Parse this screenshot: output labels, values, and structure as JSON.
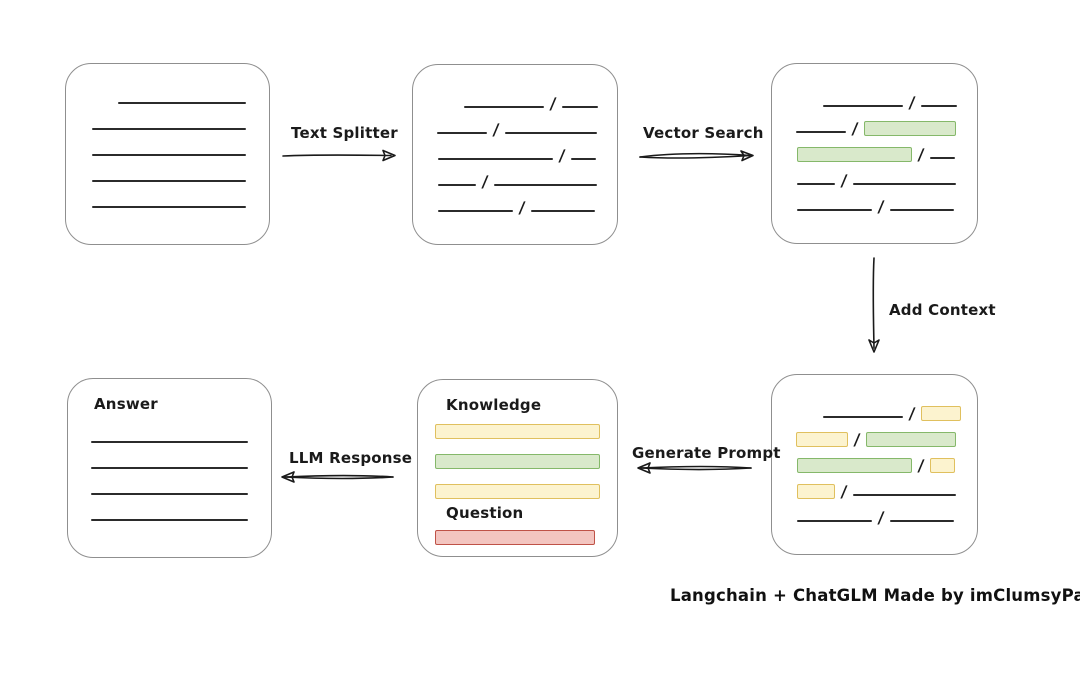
{
  "caption": "Langchain + ChatGLM Made by imClumsyPanda",
  "colors": {
    "line_color": "#2b2b2b",
    "box_border": "#8f8f8f",
    "green_fill": "#d9e9cb",
    "green_border": "#85b86a",
    "yellow_fill": "#fcf3cf",
    "yellow_border": "#e0c05e",
    "red_fill": "#f3c5c0",
    "red_border": "#bf5247"
  },
  "arrows": {
    "text_splitter": {
      "label": "Text Splitter",
      "direction": "right"
    },
    "vector_search": {
      "label": "Vector Search",
      "direction": "right"
    },
    "add_context": {
      "label": "Add Context",
      "direction": "down"
    },
    "generate_prompt": {
      "label": "Generate Prompt",
      "direction": "left"
    },
    "llm_response": {
      "label": "LLM Response",
      "direction": "left"
    }
  },
  "boxes": {
    "document": {
      "role": "source document",
      "lines": [
        {
          "ml": 52,
          "w": 128
        },
        {
          "ml": 26,
          "w": 154
        },
        {
          "ml": 26,
          "w": 154
        },
        {
          "ml": 26,
          "w": 154
        },
        {
          "ml": 26,
          "w": 154
        }
      ]
    },
    "chunks": {
      "role": "text split into chunks",
      "rows": [
        {
          "ml": 51,
          "segs": [
            {
              "t": "line",
              "w": 80
            },
            {
              "t": "line",
              "w": 36
            }
          ]
        },
        {
          "ml": 24,
          "segs": [
            {
              "t": "line",
              "w": 50
            },
            {
              "t": "line",
              "w": 92
            }
          ]
        },
        {
          "ml": 25,
          "segs": [
            {
              "t": "line",
              "w": 115
            },
            {
              "t": "line",
              "w": 25
            }
          ]
        },
        {
          "ml": 25,
          "segs": [
            {
              "t": "line",
              "w": 38
            },
            {
              "t": "line",
              "w": 103
            }
          ]
        },
        {
          "ml": 25,
          "segs": [
            {
              "t": "line",
              "w": 75
            },
            {
              "t": "line",
              "w": 64
            }
          ]
        }
      ]
    },
    "matched_chunks": {
      "role": "chunks matched by vector search (green)",
      "rows": [
        {
          "ml": 51,
          "segs": [
            {
              "t": "line",
              "w": 80
            },
            {
              "t": "line",
              "w": 36
            }
          ]
        },
        {
          "ml": 24,
          "segs": [
            {
              "t": "line",
              "w": 50
            },
            {
              "t": "green",
              "w": 92
            }
          ]
        },
        {
          "ml": 25,
          "segs": [
            {
              "t": "green",
              "w": 115
            },
            {
              "t": "line",
              "w": 25
            }
          ]
        },
        {
          "ml": 25,
          "segs": [
            {
              "t": "line",
              "w": 38
            },
            {
              "t": "line",
              "w": 103
            }
          ]
        },
        {
          "ml": 25,
          "segs": [
            {
              "t": "line",
              "w": 75
            },
            {
              "t": "line",
              "w": 64
            }
          ]
        }
      ]
    },
    "context_chunks": {
      "role": "matched chunks with added context (green + yellow)",
      "rows": [
        {
          "ml": 51,
          "segs": [
            {
              "t": "line",
              "w": 80
            },
            {
              "t": "yellow",
              "w": 40
            }
          ]
        },
        {
          "ml": 24,
          "segs": [
            {
              "t": "yellow",
              "w": 52
            },
            {
              "t": "green",
              "w": 90
            }
          ]
        },
        {
          "ml": 25,
          "segs": [
            {
              "t": "green",
              "w": 115
            },
            {
              "t": "yellow",
              "w": 25
            }
          ]
        },
        {
          "ml": 25,
          "segs": [
            {
              "t": "yellow",
              "w": 38
            },
            {
              "t": "line",
              "w": 103
            }
          ]
        },
        {
          "ml": 25,
          "segs": [
            {
              "t": "line",
              "w": 75
            },
            {
              "t": "line",
              "w": 64
            }
          ]
        }
      ]
    },
    "prompt": {
      "knowledge_label": "Knowledge",
      "question_label": "Question",
      "knowledge_bars": [
        {
          "t": "yellow",
          "w": 165
        },
        {
          "t": "green",
          "w": 165
        },
        {
          "t": "yellow",
          "w": 165
        }
      ],
      "question_bar": {
        "t": "red",
        "w": 160
      }
    },
    "answer": {
      "label": "Answer",
      "lines": [
        {
          "ml": 23,
          "w": 157
        },
        {
          "ml": 23,
          "w": 157
        },
        {
          "ml": 23,
          "w": 157
        },
        {
          "ml": 23,
          "w": 157
        }
      ]
    }
  }
}
